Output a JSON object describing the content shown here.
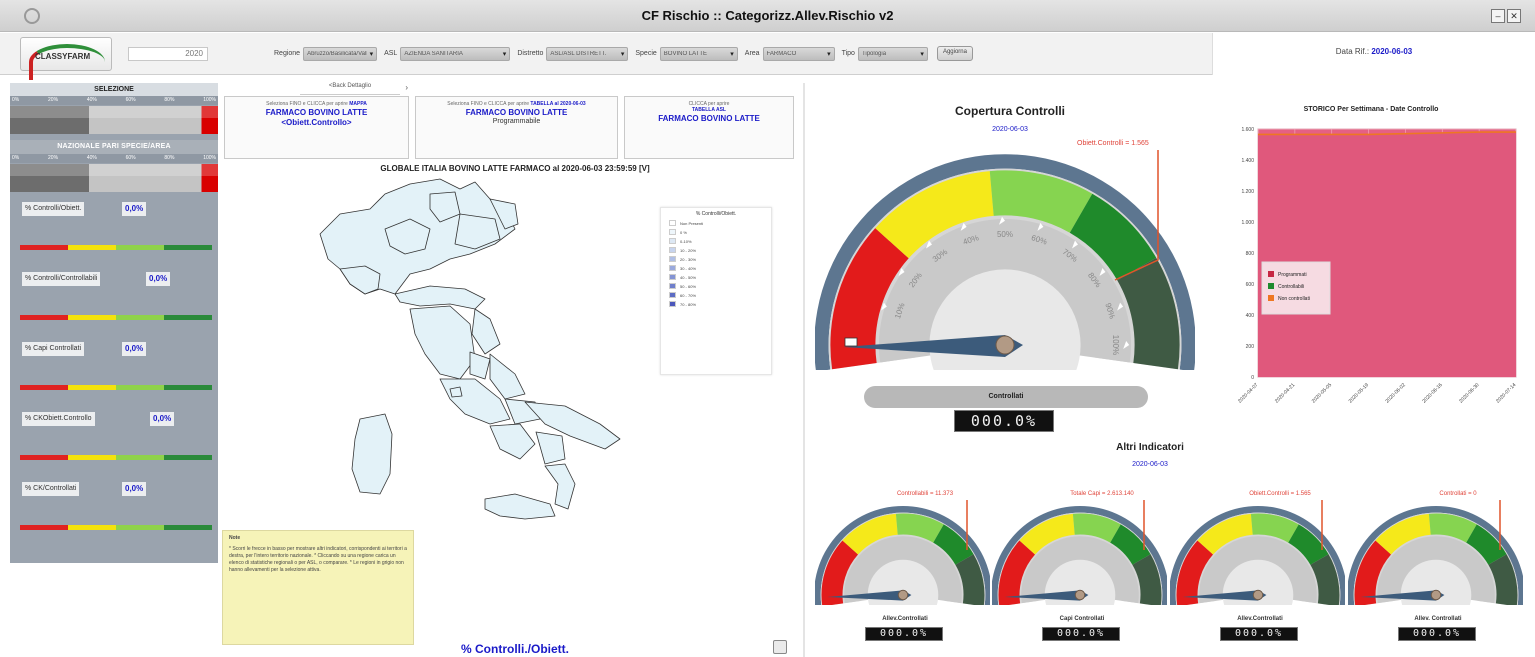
{
  "window": {
    "title": "CF Rischio :: Categorizz.Allev.Rischio v2"
  },
  "toolbar": {
    "logo_text": "CLASSYFARM",
    "year_value": "2020",
    "filters": [
      {
        "label": "Regione",
        "value": "Abruzzo/Basilicata/Valle",
        "width": 74
      },
      {
        "label": "ASL",
        "value": "AZIENDA SANITARIA",
        "width": 110
      },
      {
        "label": "Distretto",
        "value": "ASL/ASL DISTRETT.",
        "width": 82
      },
      {
        "label": "Specie",
        "value": "BOVINO LATTE",
        "width": 78
      },
      {
        "label": "Area",
        "value": "FARMACO",
        "width": 72
      },
      {
        "label": "Tipo",
        "value": "Tipologia",
        "width": 70
      }
    ],
    "apply_label": "Aggiorna",
    "date_label": "Data Rif.:",
    "date_value": "2020-06-03"
  },
  "left": {
    "title": "SELEZIONE",
    "scale": [
      "0%",
      "20%",
      "40%",
      "60%",
      "80%",
      "100%"
    ],
    "national_title": "NAZIONALE PARI SPECIE/AREA",
    "indicators": [
      {
        "label": "% Controlli/Obiett.",
        "value": "0,0%"
      },
      {
        "label": "% Controlli/Controllabili",
        "value": "0,0%"
      },
      {
        "label": "% Capi Controllati",
        "value": "0,0%"
      },
      {
        "label": "% CKObiett.Controllo",
        "value": "0,0%"
      },
      {
        "label": "% CK/Controllati",
        "value": "0,0%"
      }
    ],
    "band_colors": [
      "#e02222",
      "#f4e20c",
      "#8fd24a",
      "#2a8a3a"
    ]
  },
  "center": {
    "crumb": "<Back Dettaglio",
    "boxes": [
      {
        "small": "Seleziona FINO e CLICCA per aprire",
        "small_b": "MAPPA",
        "big1": "FARMACO BOVINO LATTE",
        "big2": "<Obiett.Controllo>"
      },
      {
        "small": "Seleziona FINO e CLICCA per aprire",
        "small_b": "TABELLA al 2020-06-03",
        "big1": "FARMACO BOVINO LATTE",
        "mid": "Programmabile"
      },
      {
        "small": "CLICCA per aprire",
        "small_b": "TABELLA ASL",
        "big1": "FARMACO BOVINO LATTE"
      }
    ],
    "map_title": "GLOBALE ITALIA BOVINO LATTE FARMACO al 2020-06-03 23:59:59 [V]",
    "legend": {
      "title": "% Controlli/Obiett.",
      "items": [
        "Non Presenti",
        "0 %",
        "0-10%",
        "10 - 20%",
        "20 - 30%",
        "30 - 40%",
        "40 - 50%",
        "50 - 60%",
        "60 - 70%",
        "70 - 80%"
      ],
      "colors": [
        "#ffffff",
        "#eef6fb",
        "#dde8f4",
        "#c7d4ee",
        "#b0bfe6",
        "#9aa9dd",
        "#8494d4",
        "#6f7fcc",
        "#5c6cc4",
        "#4c57bb"
      ]
    },
    "note_title": "Note",
    "note_text": "* Scorri le frecce in basso per mostrare altri indicatori, corrispondenti ai territori a destra, per l'intero territorio nazionale. * Cliccando su una regione carica un elenco di statistiche regionali o per ASL, o comparare. * Le regioni in grigio non hanno allevamenti per la selezione attiva.",
    "tagline": "% Controlli./Obiett."
  },
  "right": {
    "main_title": "Copertura Controlli",
    "main_date": "2020-06-03",
    "obj_label": "Obiett.Controlli = 1.565",
    "gauge_ticks": [
      "10%",
      "20%",
      "30%",
      "40%",
      "50%",
      "60%",
      "70%",
      "80%",
      "90%",
      "100%"
    ],
    "pill_label": "Controllati",
    "lcd_value": "000.0%",
    "altri_title": "Altri Indicatori",
    "altri_date": "2020-06-03",
    "small_gauges": [
      {
        "top_label": "Controllabili = 11.373",
        "caption": "Allev.Controllati",
        "lcd": "000.0%"
      },
      {
        "top_label": "Totale Capi = 2.613.140",
        "caption": "Capi Controllati",
        "lcd": "000.0%"
      },
      {
        "top_label": "Obiett.Controlli = 1.565",
        "caption": "Allev.Controllati",
        "lcd": "000.0%"
      },
      {
        "top_label": "Controllati = 0",
        "caption": "Allev. Controllati",
        "lcd": "000.0%"
      }
    ],
    "history": {
      "title": "STORICO Per Settimana - Date Controllo",
      "legend": [
        {
          "name": "Programmati",
          "color": "#c62743"
        },
        {
          "name": "Controllabili",
          "color": "#1f8a2e"
        },
        {
          "name": "Non controllati",
          "color": "#ee7722"
        }
      ]
    }
  },
  "chart_data": {
    "type": "area",
    "title": "STORICO Per Settimana - Date Controllo",
    "x": [
      "2020-04-07",
      "2020-04-21",
      "2020-05-05",
      "2020-05-19",
      "2020-06-02",
      "2020-06-16",
      "2020-06-30",
      "2020-07-14"
    ],
    "ylim": [
      0,
      1600
    ],
    "yticks": [
      "0",
      "200",
      "400",
      "600",
      "800",
      "1.000",
      "1.200",
      "1.400",
      "1.600"
    ],
    "series": [
      {
        "name": "Programmati",
        "values": [
          1565,
          1565,
          1565,
          1565,
          1570,
          1575,
          1580,
          1580
        ]
      },
      {
        "name": "Non controllati",
        "values": [
          1565,
          1565,
          1565,
          1565,
          1570,
          1575,
          1580,
          1580
        ]
      }
    ]
  }
}
